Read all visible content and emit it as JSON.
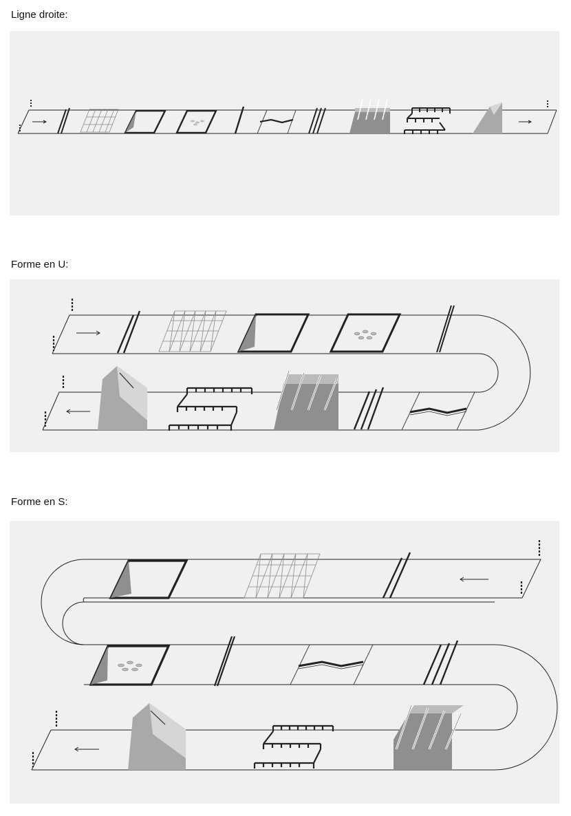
{
  "sections": [
    {
      "title": "Ligne droite:"
    },
    {
      "title": "Forme en U:"
    },
    {
      "title": "Forme en S:"
    }
  ],
  "colors": {
    "panel_bg": "#f0f0f0",
    "line": "#222222",
    "fill_dark": "#8f8f8f",
    "fill_mid": "#a9a9a9",
    "fill_light": "#d6d6d6"
  },
  "obstacles": [
    "start-arrow",
    "double-rail",
    "grid-ladder",
    "open-pit",
    "stepping-stones",
    "single-rail",
    "zigzag-beam",
    "triple-rail",
    "ramp-ladder",
    "maze-platforms",
    "wedge-slope",
    "finish-arrow"
  ]
}
